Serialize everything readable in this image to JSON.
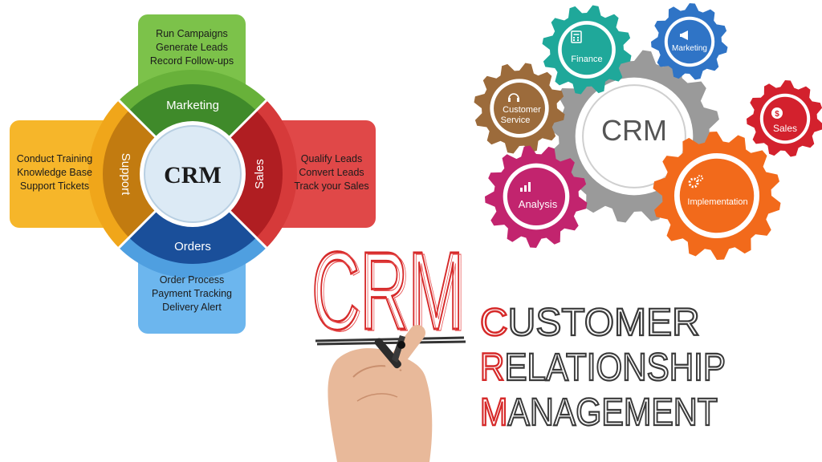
{
  "cycle": {
    "center": "CRM",
    "marketing": {
      "label": "Marketing",
      "items": [
        "Run Campaigns",
        "Generate Leads",
        "Record Follow-ups"
      ],
      "color": "#6fb33d"
    },
    "sales": {
      "label": "Sales",
      "items": [
        "Qualify Leads",
        "Convert Leads",
        "Track your Sales"
      ],
      "color": "#d83b3b"
    },
    "orders": {
      "label": "Orders",
      "items": [
        "Order Process",
        "Payment Tracking",
        "Delivery Alert"
      ],
      "color": "#3a8fd8"
    },
    "support": {
      "label": "Support",
      "items": [
        "Conduct Training",
        "Knowledge Base",
        "Support Tickets"
      ],
      "color": "#f0a81c"
    }
  },
  "gears": {
    "center": "CRM",
    "items": [
      {
        "label": "Finance",
        "icon": "calculator-icon",
        "color": "#1fa89a"
      },
      {
        "label": "Marketing",
        "icon": "megaphone-icon",
        "color": "#2f74c6"
      },
      {
        "label": "Customer Service",
        "icon": "headset-icon",
        "color": "#9c6b3b"
      },
      {
        "label": "Sales",
        "icon": "dollar-icon",
        "color": "#d3212d"
      },
      {
        "label": "Analysis",
        "icon": "bar-chart-icon",
        "color": "#c2246e"
      },
      {
        "label": "Implementation",
        "icon": "cogs-icon",
        "color": "#f26a1b"
      }
    ]
  },
  "handwriting": {
    "big": "CRM",
    "lines": [
      {
        "initial": "C",
        "rest": "USTOMER"
      },
      {
        "initial": "R",
        "rest": "ELATIONSHIP"
      },
      {
        "initial": "M",
        "rest": "ANAGEMENT"
      }
    ]
  }
}
